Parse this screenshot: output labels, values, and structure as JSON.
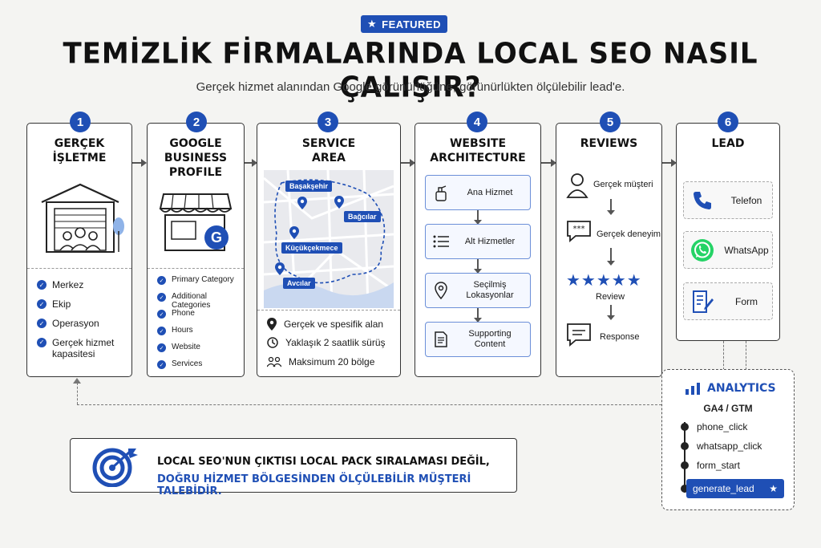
{
  "badge": {
    "icon": "star-icon",
    "label": "FEATURED"
  },
  "title": "TEMİZLİK FİRMALARINDA LOCAL SEO NASIL ÇALIŞIR?",
  "subtitle": "Gerçek hizmet alanından Google görünürlüğüne, görünürlükten ölçülebilir lead'e.",
  "steps": [
    {
      "number": "1",
      "title_lines": [
        "GERÇEK",
        "İŞLETME"
      ],
      "icon": "warehouse-team-icon",
      "items": [
        "Merkez",
        "Ekip",
        "Operasyon",
        "Gerçek hizmet kapasitesi"
      ]
    },
    {
      "number": "2",
      "title_lines": [
        "GOOGLE",
        "BUSINESS",
        "PROFILE"
      ],
      "icon": "storefront-google-icon",
      "items": [
        "Primary Category",
        "Additional Categories",
        "Phone",
        "Hours",
        "Website",
        "Services"
      ]
    },
    {
      "number": "3",
      "title_lines": [
        "SERVICE",
        "AREA"
      ],
      "map_pins": [
        "Başakşehir",
        "Bağcılar",
        "Küçükçekmece",
        "Avcılar"
      ],
      "facts": [
        {
          "icon": "location-pin-icon",
          "text": "Gerçek ve spesifik alan"
        },
        {
          "icon": "clock-icon",
          "text": "Yaklaşık 2 saatlik sürüş"
        },
        {
          "icon": "people-icon",
          "text": "Maksimum 20 bölge"
        }
      ]
    },
    {
      "number": "4",
      "title_lines": [
        "WEBSITE",
        "ARCHITECTURE"
      ],
      "blocks": [
        {
          "icon": "cleaning-spray-icon",
          "label": "Ana Hizmet"
        },
        {
          "icon": "list-icon",
          "label": "Alt Hizmetler"
        },
        {
          "icon": "location-pin-icon",
          "label": "Seçilmiş Lokasyonlar"
        },
        {
          "icon": "document-icon",
          "label": "Supporting Content"
        }
      ]
    },
    {
      "number": "5",
      "title_lines": [
        "REVIEWS"
      ],
      "flow": [
        {
          "icon": "user-icon",
          "label": "Gerçek müşteri"
        },
        {
          "icon": "chat-bubble-icon",
          "label": "Gerçek deneyim"
        },
        {
          "icon": "five-stars-icon",
          "label": "Review",
          "stars": "★★★★★"
        },
        {
          "icon": "reply-bubble-icon",
          "label": "Response"
        }
      ]
    },
    {
      "number": "6",
      "title_lines": [
        "LEAD"
      ],
      "channels": [
        {
          "icon": "phone-icon",
          "label": "Telefon"
        },
        {
          "icon": "whatsapp-icon",
          "label": "WhatsApp"
        },
        {
          "icon": "form-icon",
          "label": "Form"
        }
      ]
    }
  ],
  "analytics": {
    "icon": "bar-chart-icon",
    "title": "ANALYTICS",
    "subtitle": "GA4 / GTM",
    "events": [
      "phone_click",
      "whatsapp_click",
      "form_start"
    ],
    "final_event": "generate_lead",
    "final_icon": "star-icon"
  },
  "conclusion": {
    "icon": "target-icon",
    "line1": "LOCAL SEO'NUN ÇIKTISI LOCAL PACK SIRALAMASI DEĞİL,",
    "line2": "DOĞRU HİZMET BÖLGESİNDEN ÖLÇÜLEBİLİR MÜŞTERİ TALEBİDİR."
  },
  "colors": {
    "accent": "#1f4fb5",
    "background": "#f4f4f2",
    "whatsapp": "#25d366"
  }
}
